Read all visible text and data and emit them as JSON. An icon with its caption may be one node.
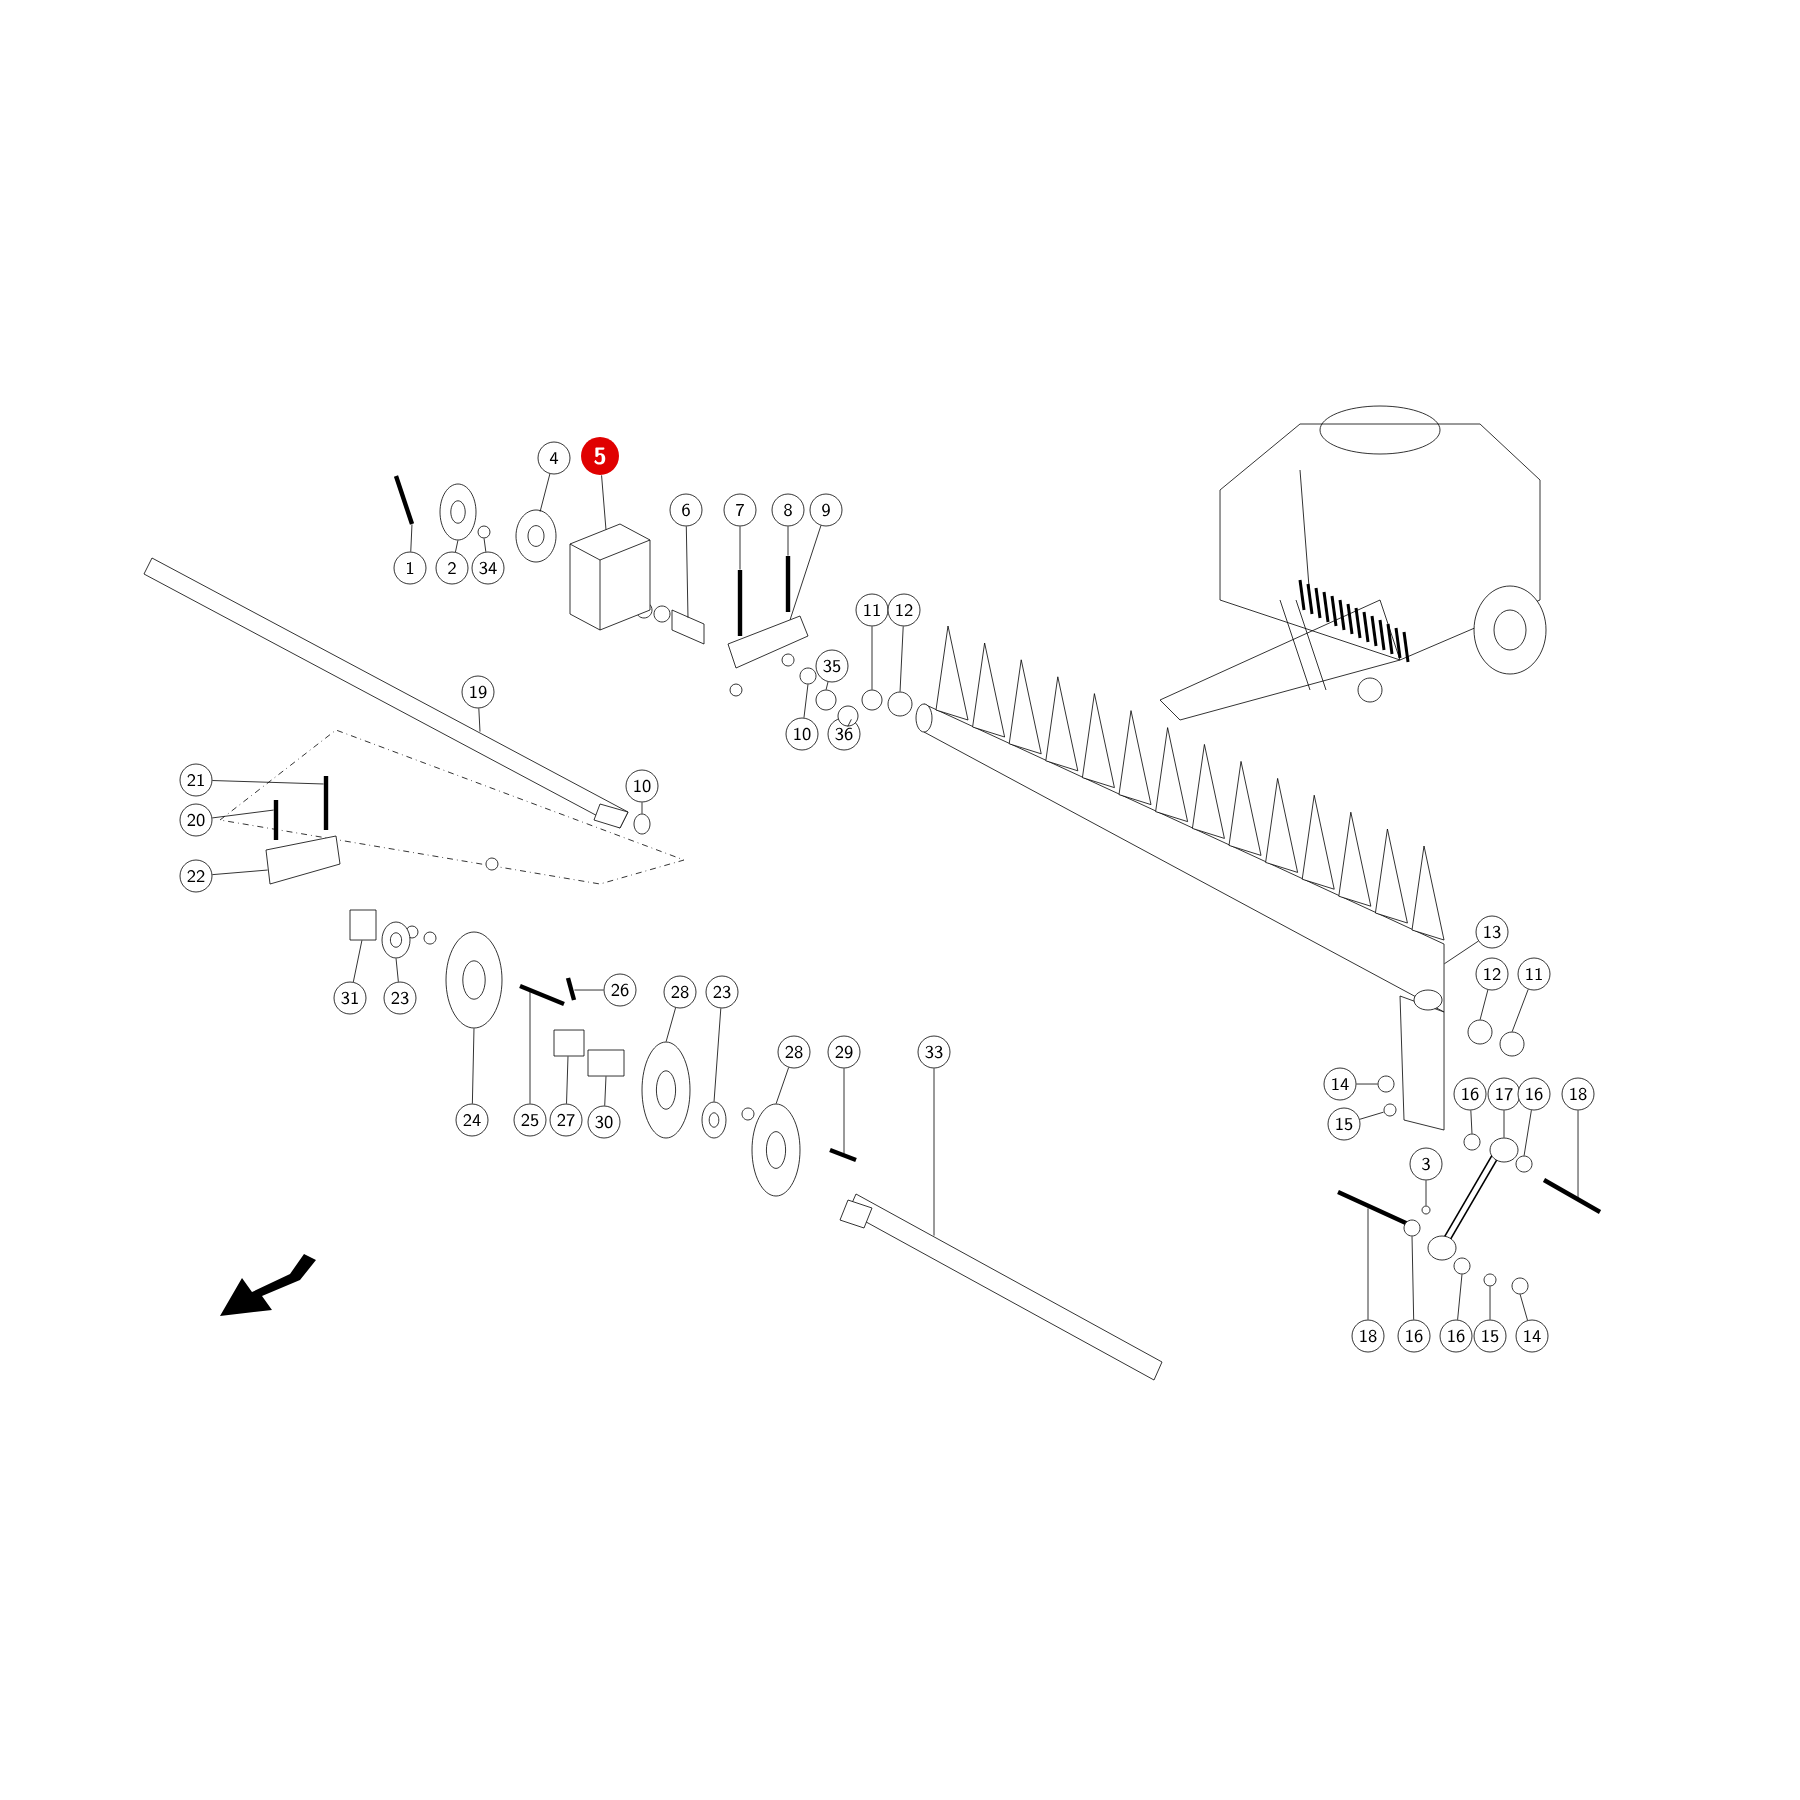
{
  "diagram": {
    "nodes": [
      {
        "text": [
          "1"
        ]
      },
      {
        "text": [
          "2"
        ]
      },
      {
        "text": [
          "34"
        ]
      },
      {
        "text": [
          "4"
        ]
      },
      {
        "text": [
          "5"
        ]
      },
      {
        "text": [
          "6"
        ]
      },
      {
        "text": [
          "7"
        ]
      },
      {
        "text": [
          "8"
        ]
      },
      {
        "text": [
          "9"
        ]
      },
      {
        "text": [
          "35"
        ]
      },
      {
        "text": [
          "11"
        ]
      },
      {
        "text": [
          "12"
        ]
      },
      {
        "text": [
          "10"
        ]
      },
      {
        "text": [
          "36"
        ]
      },
      {
        "text": [
          "19"
        ]
      },
      {
        "text": [
          "10"
        ]
      },
      {
        "text": [
          "21"
        ]
      },
      {
        "text": [
          "20"
        ]
      },
      {
        "text": [
          "22"
        ]
      },
      {
        "text": [
          "26"
        ]
      },
      {
        "text": [
          "28"
        ]
      },
      {
        "text": [
          "23"
        ]
      },
      {
        "text": [
          "31"
        ]
      },
      {
        "text": [
          "23"
        ]
      },
      {
        "text": [
          "28"
        ]
      },
      {
        "text": [
          "29"
        ]
      },
      {
        "text": [
          "33"
        ]
      },
      {
        "text": [
          "24"
        ]
      },
      {
        "text": [
          "25"
        ]
      },
      {
        "text": [
          "27"
        ]
      },
      {
        "text": [
          "30"
        ]
      },
      {
        "text": [
          "13"
        ]
      },
      {
        "text": [
          "12"
        ]
      },
      {
        "text": [
          "11"
        ]
      },
      {
        "text": [
          "14"
        ]
      },
      {
        "text": [
          "15"
        ]
      },
      {
        "text": [
          "16"
        ]
      },
      {
        "text": [
          "17"
        ]
      },
      {
        "text": [
          "16"
        ]
      },
      {
        "text": [
          "18"
        ]
      },
      {
        "text": [
          "3"
        ]
      },
      {
        "text": [
          "18"
        ]
      },
      {
        "text": [
          "16"
        ]
      },
      {
        "text": [
          "16"
        ]
      },
      {
        "text": [
          "15"
        ]
      },
      {
        "text": [
          "14"
        ]
      },
      {
        "text": [],
        "shape": "picture"
      },
      {
        "text": [],
        "shape": "picture"
      },
      {
        "text": [],
        "shape": "circle"
      },
      {
        "text": [],
        "shape": "picture"
      },
      {
        "text": [],
        "shape": "picture"
      },
      {
        "text": [],
        "shape": "box"
      },
      {
        "text": [],
        "shape": "picture"
      },
      {
        "text": [],
        "shape": "picture"
      },
      {
        "text": [],
        "shape": "picture"
      },
      {
        "text": [],
        "shape": "circle"
      },
      {
        "text": [],
        "shape": "circle"
      },
      {
        "text": [],
        "shape": "circle"
      },
      {
        "text": [],
        "shape": "circle"
      },
      {
        "text": [],
        "shape": "circle"
      },
      {
        "text": [],
        "shape": "picture"
      },
      {
        "text": [],
        "shape": "circle"
      },
      {
        "text": [],
        "shape": "picture"
      },
      {
        "text": [],
        "shape": "picture"
      },
      {
        "text": [],
        "shape": "box"
      },
      {
        "text": [],
        "shape": "picture"
      },
      {
        "text": [],
        "shape": "picture"
      },
      {
        "text": [],
        "shape": "picture"
      },
      {
        "text": [],
        "shape": "box"
      },
      {
        "text": [],
        "shape": "picture"
      },
      {
        "text": [],
        "shape": "picture"
      },
      {
        "text": [],
        "shape": "picture"
      },
      {
        "text": [],
        "shape": "bar"
      },
      {
        "text": [],
        "shape": "picture"
      },
      {
        "text": [],
        "shape": "picture"
      },
      {
        "text": [],
        "shape": "box"
      },
      {
        "text": [],
        "shape": "box"
      },
      {
        "text": [],
        "shape": "picture"
      },
      {
        "text": [],
        "shape": "circle"
      },
      {
        "text": [],
        "shape": "circle"
      },
      {
        "text": [],
        "shape": "circle"
      },
      {
        "text": [],
        "shape": "circle"
      },
      {
        "text": [],
        "shape": "circle"
      },
      {
        "text": [],
        "shape": "picture"
      },
      {
        "text": [],
        "shape": "circle"
      },
      {
        "text": [],
        "shape": "picture"
      },
      {
        "text": [],
        "shape": "circle"
      },
      {
        "text": [],
        "shape": "picture"
      },
      {
        "text": [],
        "shape": "circle"
      },
      {
        "text": [],
        "shape": "circle"
      },
      {
        "text": [],
        "shape": "circle"
      },
      {
        "text": [],
        "shape": "circle"
      }
    ],
    "edges": [
      {
        "from": 0,
        "to": 46,
        "arrow": "none"
      },
      {
        "from": 1,
        "to": 47,
        "arrow": "none"
      },
      {
        "from": 2,
        "to": 48,
        "arrow": "none"
      },
      {
        "from": 3,
        "to": 49,
        "arrow": "none"
      },
      {
        "from": 4,
        "to": 50,
        "arrow": "none"
      },
      {
        "from": 5,
        "to": 51,
        "arrow": "none"
      },
      {
        "from": 6,
        "to": 52,
        "arrow": "none"
      },
      {
        "from": 7,
        "to": 53,
        "arrow": "none"
      },
      {
        "from": 8,
        "to": 54,
        "arrow": "none"
      },
      {
        "from": 9,
        "to": 55,
        "arrow": "none"
      },
      {
        "from": 10,
        "to": 56,
        "arrow": "none"
      },
      {
        "from": 11,
        "to": 57,
        "arrow": "none"
      },
      {
        "from": 12,
        "to": 58,
        "arrow": "none"
      },
      {
        "from": 13,
        "to": 59,
        "arrow": "none"
      },
      {
        "from": 14,
        "to": 60,
        "arrow": "none"
      },
      {
        "from": 15,
        "to": 61,
        "arrow": "none"
      },
      {
        "from": 16,
        "to": 62,
        "arrow": "none"
      },
      {
        "from": 17,
        "to": 63,
        "arrow": "none"
      },
      {
        "from": 18,
        "to": 64,
        "arrow": "none"
      },
      {
        "from": 19,
        "to": 65,
        "arrow": "none"
      },
      {
        "from": 20,
        "to": 66,
        "arrow": "none"
      },
      {
        "from": 21,
        "to": 67,
        "arrow": "none"
      },
      {
        "from": 22,
        "to": 68,
        "arrow": "none"
      },
      {
        "from": 23,
        "to": 69,
        "arrow": "none"
      },
      {
        "from": 24,
        "to": 70,
        "arrow": "none"
      },
      {
        "from": 25,
        "to": 71,
        "arrow": "none"
      },
      {
        "from": 26,
        "to": 72,
        "arrow": "none"
      },
      {
        "from": 27,
        "to": 73,
        "arrow": "none"
      },
      {
        "from": 28,
        "to": 74,
        "arrow": "none"
      },
      {
        "from": 29,
        "to": 75,
        "arrow": "none"
      },
      {
        "from": 30,
        "to": 76,
        "arrow": "none"
      },
      {
        "from": 31,
        "to": 77,
        "arrow": "none"
      },
      {
        "from": 32,
        "to": 78,
        "arrow": "none"
      },
      {
        "from": 33,
        "to": 79,
        "arrow": "none"
      },
      {
        "from": 34,
        "to": 80,
        "arrow": "none"
      },
      {
        "from": 35,
        "to": 81,
        "arrow": "none"
      },
      {
        "from": 36,
        "to": 82,
        "arrow": "none"
      },
      {
        "from": 37,
        "to": 83,
        "arrow": "none"
      },
      {
        "from": 38,
        "to": 84,
        "arrow": "none"
      },
      {
        "from": 39,
        "to": 85,
        "arrow": "none"
      },
      {
        "from": 40,
        "to": 86,
        "arrow": "none"
      },
      {
        "from": 41,
        "to": 87,
        "arrow": "none"
      },
      {
        "from": 42,
        "to": 88,
        "arrow": "none"
      },
      {
        "from": 43,
        "to": 89,
        "arrow": "none"
      },
      {
        "from": 44,
        "to": 90,
        "arrow": "none"
      },
      {
        "from": 45,
        "to": 91,
        "arrow": "none"
      }
    ]
  }
}
